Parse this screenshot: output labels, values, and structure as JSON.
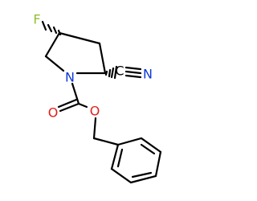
{
  "molecule": {
    "atoms": {
      "fluorine": {
        "label": "F",
        "color": "#90c030"
      },
      "ring_nitrogen": {
        "label": "N",
        "color": "#0b38d8"
      },
      "nitrile_carbon": {
        "label": "C",
        "color": "#000000"
      },
      "nitrile_nitrogen": {
        "label": "N",
        "color": "#0b38d8"
      },
      "carbonyl_oxygen": {
        "label": "O",
        "color": "#e0201a"
      },
      "ester_oxygen": {
        "label": "O",
        "color": "#e0201a"
      }
    },
    "stereo": {
      "c4_fluorine_bond": "hashed-wedge",
      "c2_nitrile_bond": "hashed-wedge"
    }
  }
}
